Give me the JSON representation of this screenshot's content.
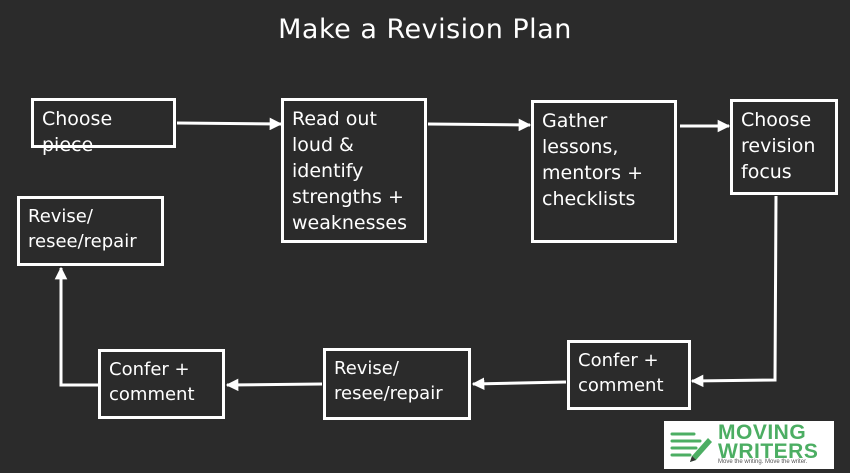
{
  "title": "Make a Revision Plan",
  "steps": {
    "choose_piece": "Choose piece",
    "read_out_loud": "Read out\nloud &\nidentify\nstrengths +\nweaknesses",
    "gather": "Gather\nlessons,\nmentors +\nchecklists",
    "choose_focus": "Choose\nrevision\nfocus",
    "confer_comment_1": "Confer +\ncomment",
    "revise_1": "Revise/\nresee/repair",
    "confer_comment_2": "Confer +\ncomment",
    "revise_2": "Revise/\nresee/repair"
  },
  "logo": {
    "line1": "MOVING",
    "line2": "WRITERS",
    "tagline": "Move the writing. Move the writer.",
    "icon": "pencil-lines-icon",
    "color": "#4cae63"
  },
  "colors": {
    "background": "#2b2b2b",
    "ink": "#ffffff"
  }
}
